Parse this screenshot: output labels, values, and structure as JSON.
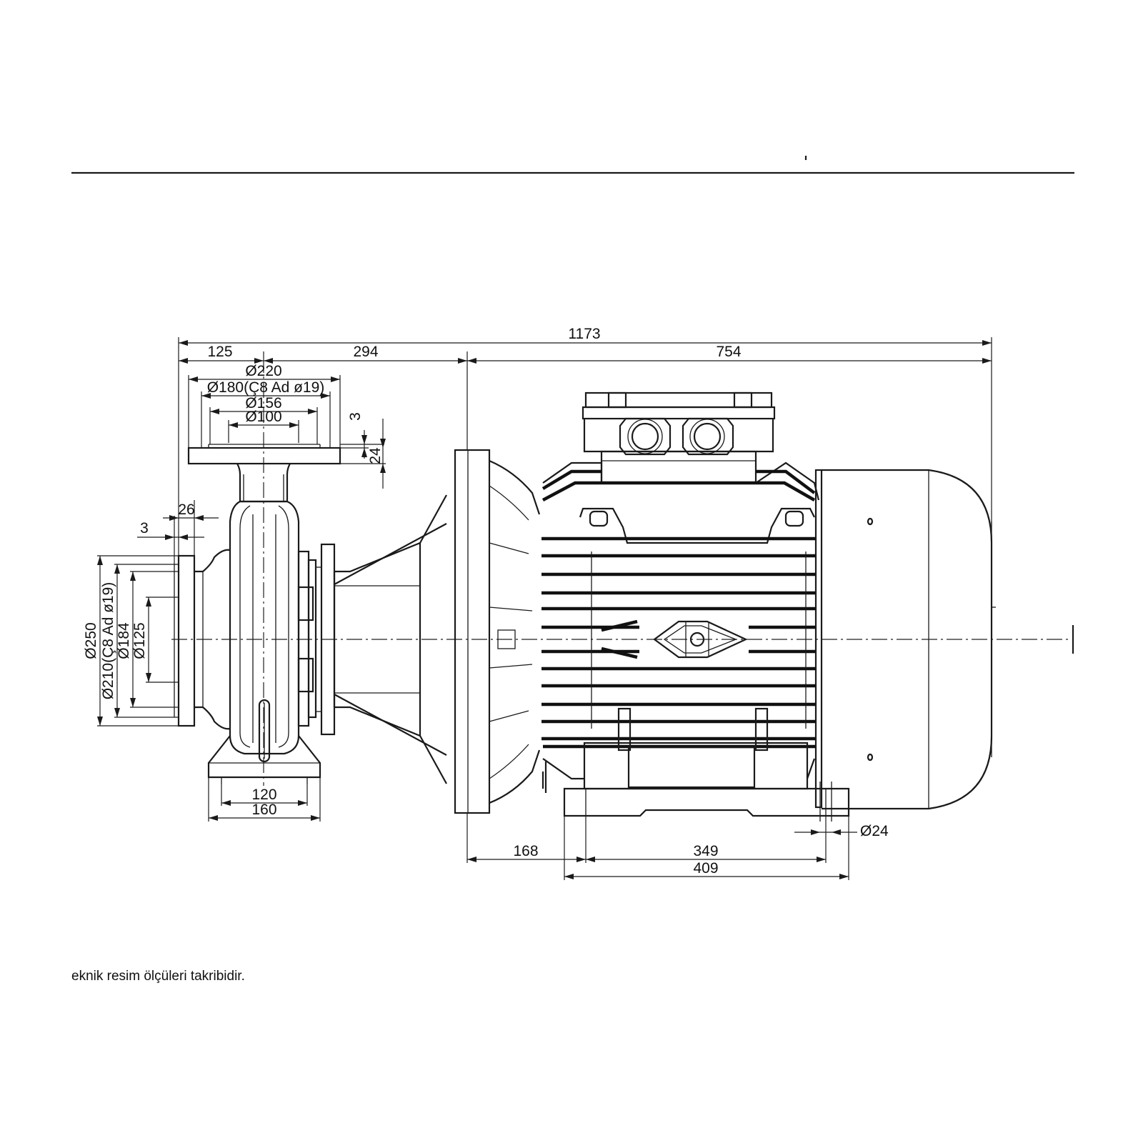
{
  "dimensions": {
    "overall_length": "1173",
    "suction_to_flange": "125",
    "pump_to_motor_flange": "294",
    "motor_length": "754",
    "top_flange_outer": "Ø220",
    "top_flange_bolt_circle": "Ø180(Ç8 Ad ø19)",
    "top_flange_raised_face": "Ø156",
    "top_flange_bore": "Ø100",
    "top_flange_face": "3",
    "top_flange_thickness": "24",
    "side_flange_thickness": "26",
    "side_flange_face": "3",
    "side_flange_outer": "Ø250",
    "side_flange_bolt_circle": "Ø210(Ç8 Ad ø19)",
    "side_flange_raised_face": "Ø184",
    "side_flange_bore": "Ø125",
    "pump_foot_inner": "120",
    "pump_foot_outer": "160",
    "motor_foot_offset": "168",
    "motor_foot_bolt_spacing": "349",
    "motor_foot_width": "409",
    "foot_hole": "Ø24"
  },
  "footer": {
    "note": "eknik resim ölçüleri takribidir."
  }
}
